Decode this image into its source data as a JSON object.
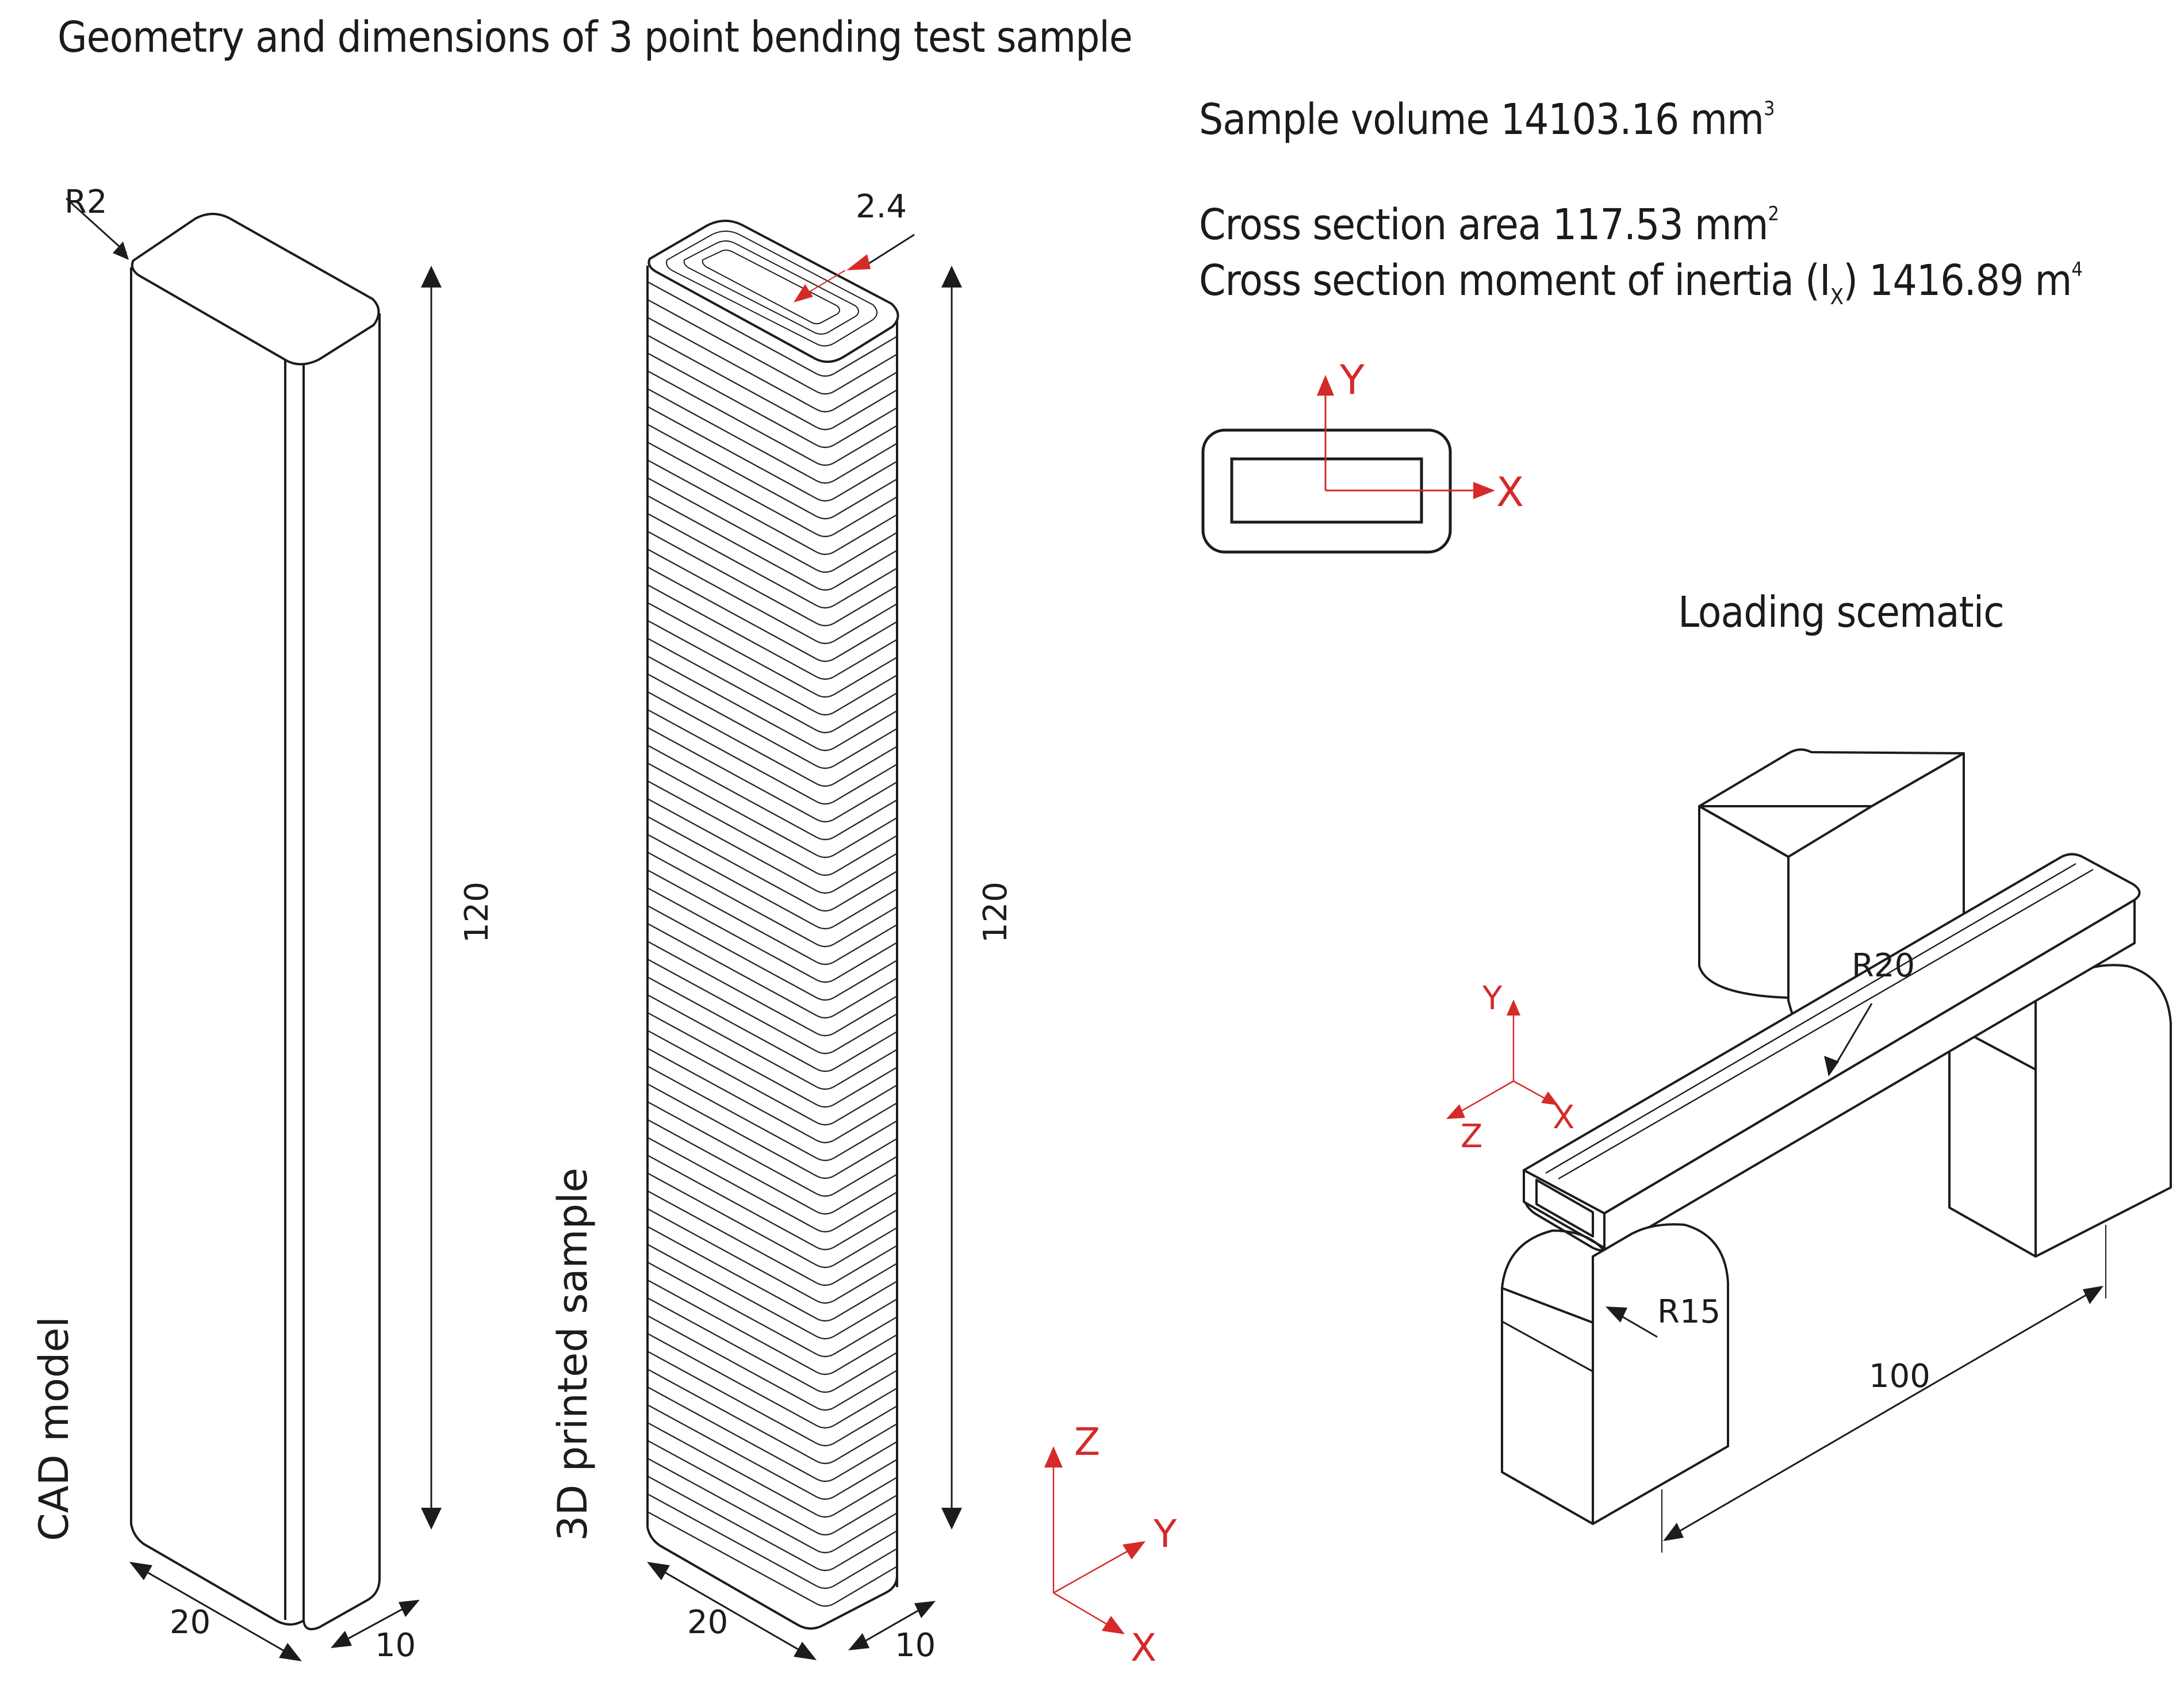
{
  "title": "Geometry and dimensions of 3 point bending test sample",
  "specs": {
    "volume_prefix": "Sample volume 14103.16 mm",
    "volume_exp": "3",
    "area_prefix": "Cross section area 117.53 mm",
    "area_exp": "2",
    "inertia_prefix": "Cross section moment of inertia (I",
    "inertia_sub": "X",
    "inertia_mid": ") 1416.89 m",
    "inertia_exp": "4"
  },
  "loading_title": "Loading scematic",
  "cad": {
    "label": "CAD model",
    "radius": "R2",
    "height": "120",
    "width": "20",
    "depth": "10"
  },
  "printed": {
    "label": "3D printed sample",
    "wall": "2.4",
    "height": "120",
    "width": "20",
    "depth": "10"
  },
  "axes": {
    "x": "X",
    "y": "Y",
    "z": "Z"
  },
  "schematic": {
    "punch_radius": "R20",
    "support_radius": "R15",
    "span": "100"
  },
  "colors": {
    "accent": "#d42a2a",
    "line": "#1c1c1c"
  }
}
